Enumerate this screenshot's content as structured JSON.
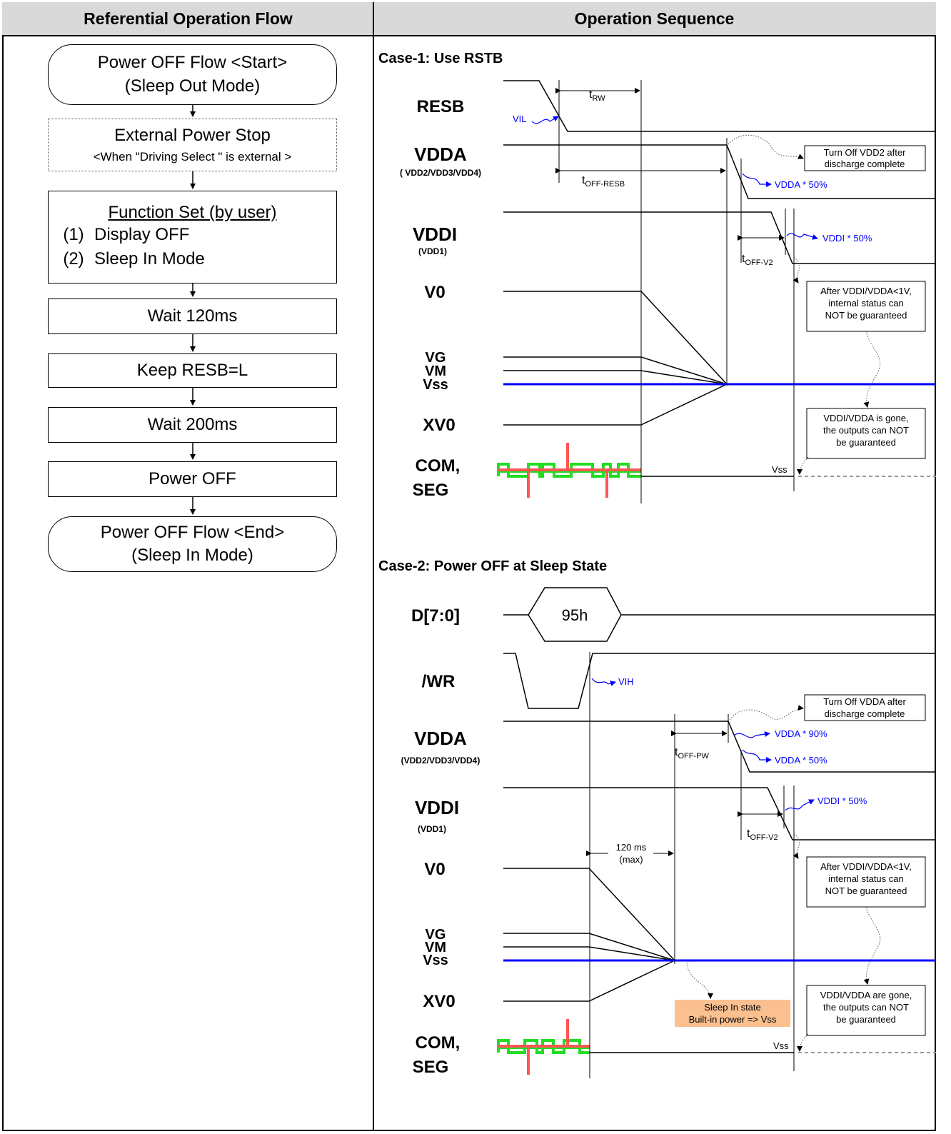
{
  "headers": {
    "left": "Referential Operation Flow",
    "right": "Operation Sequence"
  },
  "flow": {
    "start_line1": "Power OFF Flow <Start>",
    "start_line2": "(Sleep Out Mode)",
    "ext_power": "External Power Stop",
    "ext_power_note": "<When \"Driving Select \" is external >",
    "function_set_title": "Function Set (by user)",
    "step1_num": "(1)",
    "step1": "Display OFF",
    "step2_num": "(2)",
    "step2": "Sleep In Mode",
    "wait1": "Wait 120ms",
    "keep_resb": "Keep RESB=L",
    "wait2": "Wait 200ms",
    "power_off": "Power OFF",
    "end_line1": "Power OFF Flow <End>",
    "end_line2": "(Sleep In Mode)"
  },
  "case1": {
    "title": "Case-1: Use RSTB",
    "resb": "RESB",
    "vdda": "VDDA",
    "vdda_sub": "( VDD2/VDD3/VDD4)",
    "vddi": "VDDI",
    "vddi_sub": "(VDD1)",
    "v0": "V0",
    "vg": "VG",
    "vm": "VM",
    "vss": "Vss",
    "xv0": "XV0",
    "com": "COM,",
    "seg": "SEG",
    "t_rw": "t",
    "t_rw_sub": "RW",
    "t_off_resb": "t",
    "t_off_resb_sub": "OFF-RESB",
    "t_off_v2": "t",
    "t_off_v2_sub": "OFF-V2",
    "vil": "VIL",
    "vdda50": "VDDA * 50%",
    "vddi50": "VDDI * 50%",
    "note1a": "Turn Off VDD2 after",
    "note1b": "discharge complete",
    "note2a": "After VDDI/VDDA<1V,",
    "note2b": "internal status can",
    "note2c": "NOT be guaranteed",
    "note3a": "VDDI/VDDA is gone,",
    "note3b": "the outputs can NOT",
    "note3c": "be guaranteed",
    "vss_small": "Vss"
  },
  "case2": {
    "title": "Case-2: Power OFF at Sleep State",
    "d70": "D[7:0]",
    "data": "95h",
    "wr": "/WR",
    "vdda": "VDDA",
    "vdda_sub": "(VDD2/VDD3/VDD4)",
    "vddi": "VDDI",
    "vddi_sub": "(VDD1)",
    "v0": "V0",
    "vg": "VG",
    "vm": "VM",
    "vss": "Vss",
    "xv0": "XV0",
    "com": "COM,",
    "seg": "SEG",
    "vih": "VIH",
    "vdda90": "VDDA * 90%",
    "vdda50": "VDDA * 50%",
    "vddi50": "VDDI * 50%",
    "t_off_pw": "t",
    "t_off_pw_sub": "OFF-PW",
    "t_off_v2": "t",
    "t_off_v2_sub": "OFF-V2",
    "ms120": "120 ms",
    "max": "(max)",
    "note1a": "Turn Off VDDA after",
    "note1b": "discharge complete",
    "note2a": "After VDDI/VDDA<1V,",
    "note2b": "internal status can",
    "note2c": "NOT be guaranteed",
    "note3a": "VDDI/VDDA are gone,",
    "note3b": "the outputs can NOT",
    "note3c": "be guaranteed",
    "sleep_a": "Sleep In state",
    "sleep_b": "Built-in power => Vss",
    "vss_small": "Vss"
  },
  "colors": {
    "vss_line": "#0000ff",
    "annot": "#0000ff",
    "com_green": "#22dd22",
    "com_red": "#ff5555",
    "sleep_box": "#fac090"
  }
}
